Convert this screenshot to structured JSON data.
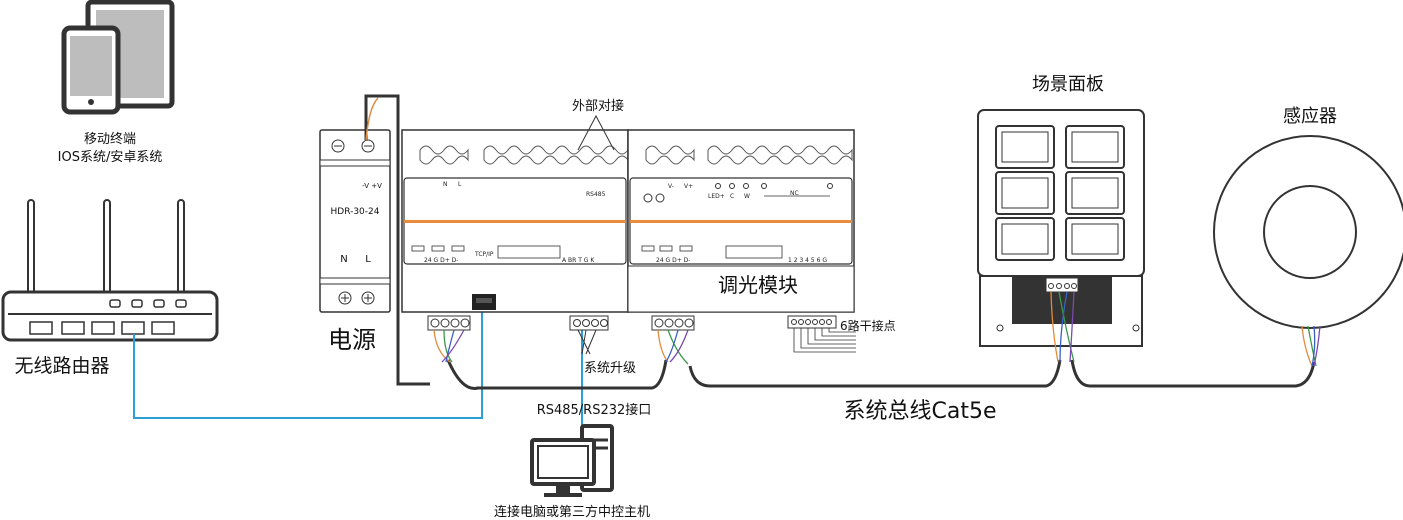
{
  "labels": {
    "mobile_line1": "移动终端",
    "mobile_line2": "IOS系统/安卓系统",
    "router": "无线路由器",
    "power": "电源",
    "power_model": "HDR-30-24",
    "power_vv": "-V +V",
    "power_n": "N",
    "power_l": "L",
    "external": "外部对接",
    "dimmer": "调光模块",
    "six_dry": "6路干接点",
    "upgrade": "系统升级",
    "rs_port": "RS485/RS232接口",
    "pc": "连接电脑或第三方中控主机",
    "bus": "系统总线Cat5e",
    "scene_panel": "场景面板",
    "sensor": "感应器"
  },
  "module_text": {
    "n": "N",
    "l": "L",
    "rs485": "RS485",
    "bus_left": "24 G D+ D-",
    "tcp": "TCP/IP",
    "abrtgk": "A  BR  T  G  K",
    "led": "LED+",
    "c": "C",
    "w": "W",
    "nc": "NC",
    "vminus": "V-",
    "vplus": "V+",
    "bus_right": "24 G D+ D-",
    "dry_nums": "1 2 3 4 5 6 G"
  },
  "colors": {
    "wire": "#333333",
    "network": "#2a9fd8",
    "orange_band": "#e98a3c",
    "wire_orange": "#e08a3a",
    "wire_green": "#3a9a4a",
    "wire_blue": "#3a5fc8",
    "wire_purple": "#7a4ab0"
  }
}
